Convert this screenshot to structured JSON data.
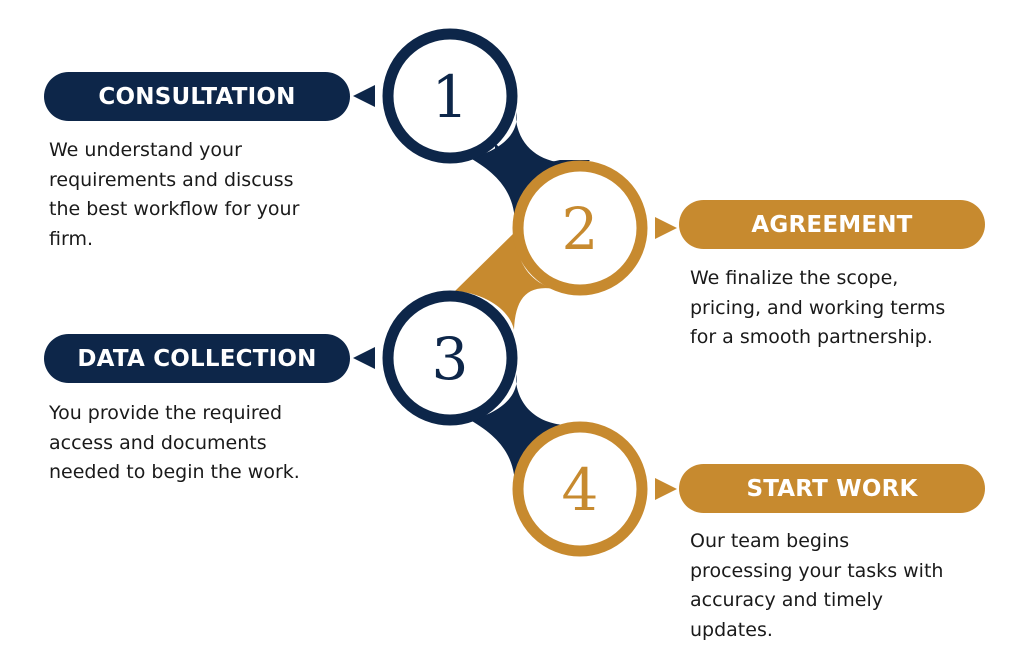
{
  "colors": {
    "navy": "#0d2649",
    "gold": "#c78a2f"
  },
  "steps": [
    {
      "number": "1",
      "title": "CONSULTATION",
      "color": "navy",
      "description": [
        "We understand your",
        "requirements and discuss",
        "the best workflow for your",
        "firm."
      ]
    },
    {
      "number": "2",
      "title": "AGREEMENT",
      "color": "gold",
      "description": [
        "We finalize the scope,",
        "pricing, and working terms",
        "for a smooth partnership."
      ]
    },
    {
      "number": "3",
      "title": "DATA COLLECTION",
      "color": "navy",
      "description": [
        "You provide the required",
        "access and documents",
        "needed to begin the work."
      ]
    },
    {
      "number": "4",
      "title": "START WORK",
      "color": "gold",
      "description": [
        "Our team begins",
        "processing your tasks with",
        "accuracy and timely",
        "updates."
      ]
    }
  ]
}
